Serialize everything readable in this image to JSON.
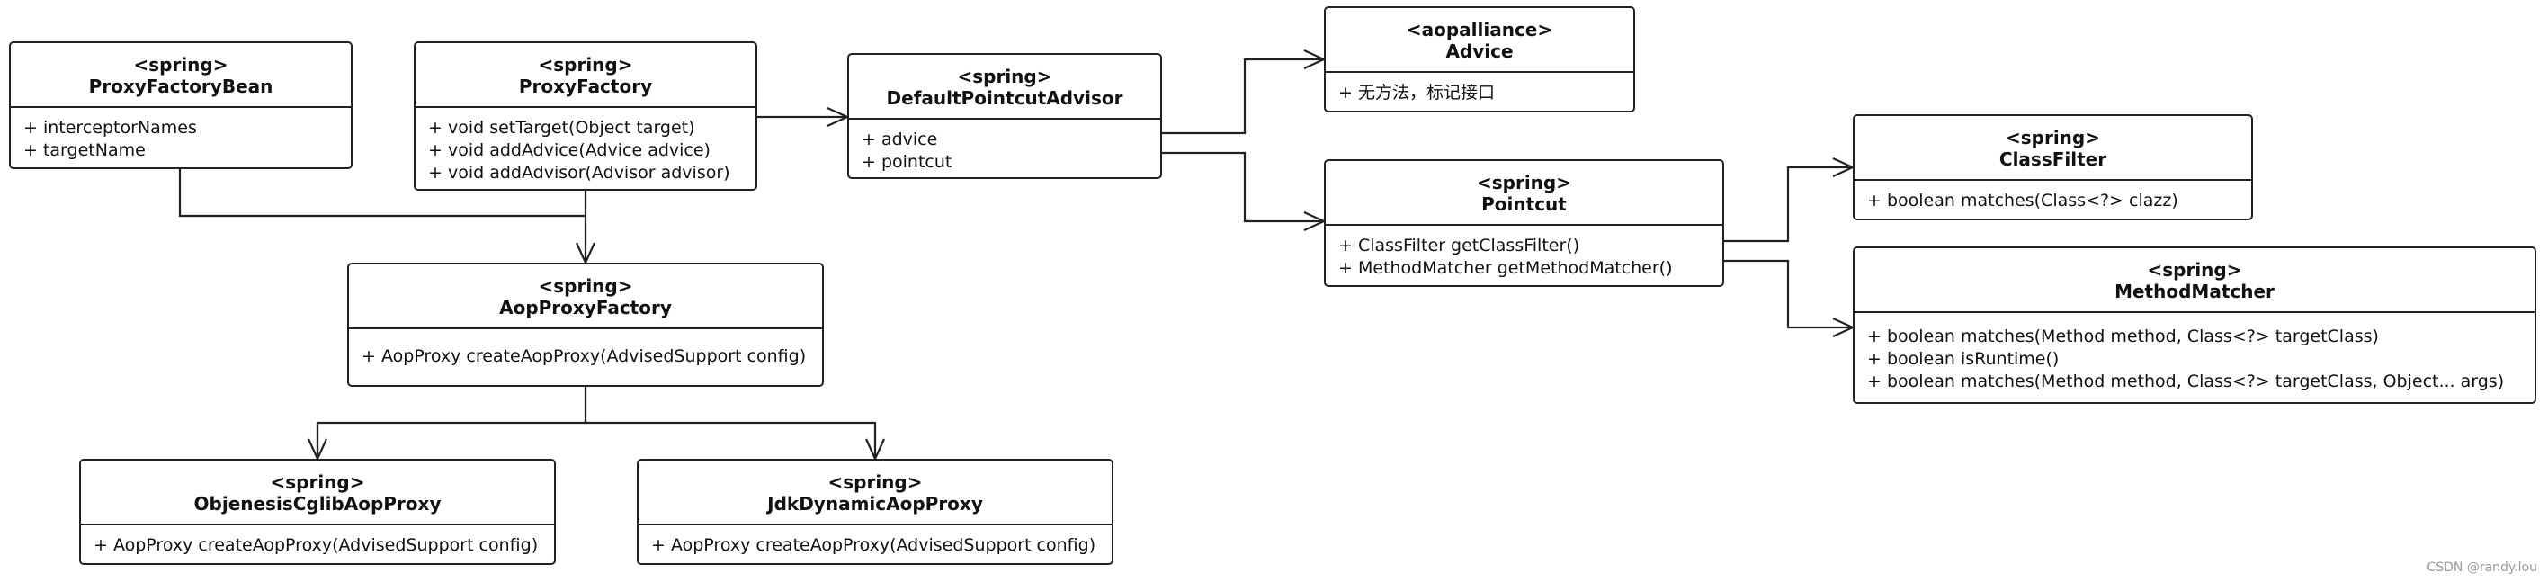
{
  "classes": {
    "proxy_factory_bean": {
      "stereotype": "<spring>",
      "name": "ProxyFactoryBean",
      "members": [
        "+ interceptorNames",
        "+ targetName"
      ]
    },
    "proxy_factory": {
      "stereotype": "<spring>",
      "name": "ProxyFactory",
      "members": [
        "+ void setTarget(Object target)",
        "+ void addAdvice(Advice advice)",
        "+ void addAdvisor(Advisor advisor)"
      ]
    },
    "default_pointcut_advisor": {
      "stereotype": "<spring>",
      "name": "DefaultPointcutAdvisor",
      "members": [
        "+ advice",
        "+ pointcut"
      ]
    },
    "advice": {
      "stereotype": "<aopalliance>",
      "name": "Advice",
      "members": [
        "+ 无方法，标记接口"
      ]
    },
    "pointcut": {
      "stereotype": "<spring>",
      "name": "Pointcut",
      "members": [
        "+ ClassFilter getClassFilter()",
        "+ MethodMatcher getMethodMatcher()"
      ]
    },
    "class_filter": {
      "stereotype": "<spring>",
      "name": "ClassFilter",
      "members": [
        "+ boolean matches(Class<?> clazz)"
      ]
    },
    "method_matcher": {
      "stereotype": "<spring>",
      "name": "MethodMatcher",
      "members": [
        "+ boolean matches(Method method, Class<?> targetClass)",
        "+ boolean isRuntime()",
        "+ boolean matches(Method method, Class<?> targetClass, Object... args)"
      ]
    },
    "aop_proxy_factory": {
      "stereotype": "<spring>",
      "name": "AopProxyFactory",
      "members": [
        "+ AopProxy createAopProxy(AdvisedSupport config)"
      ]
    },
    "objenesis_cglib_aop_proxy": {
      "stereotype": "<spring>",
      "name": "ObjenesisCglibAopProxy",
      "members": [
        "+ AopProxy createAopProxy(AdvisedSupport config)"
      ]
    },
    "jdk_dynamic_aop_proxy": {
      "stereotype": "<spring>",
      "name": "JdkDynamicAopProxy",
      "members": [
        "+ AopProxy createAopProxy(AdvisedSupport config)"
      ]
    }
  },
  "watermark": "CSDN @randy.lou"
}
